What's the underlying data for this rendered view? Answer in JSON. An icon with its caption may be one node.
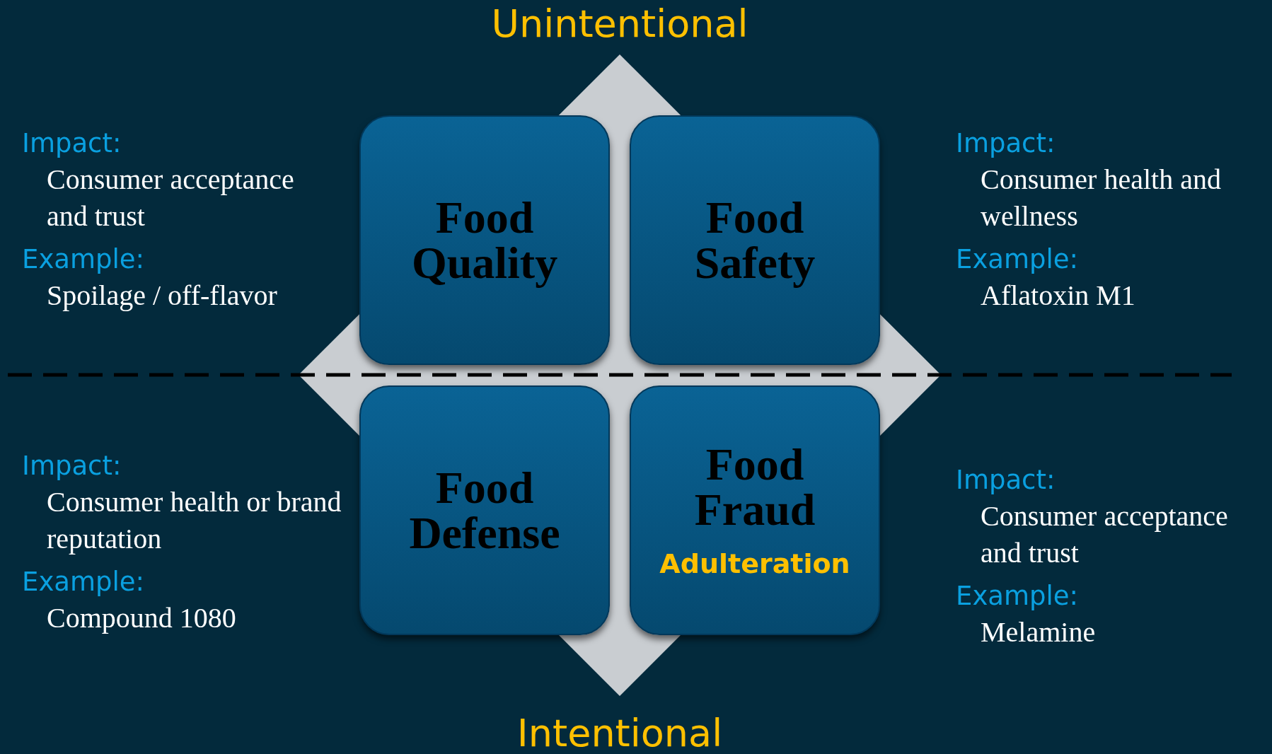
{
  "diagram": {
    "nodes": [
      {
        "text": [
          "Food Quality"
        ],
        "beside": [
          "Impact:",
          "Consumer acceptance and trust",
          "Example:",
          "Spoilage / off-flavor"
        ]
      },
      {
        "text": [
          "Food Safety"
        ],
        "beside": [
          "Impact:",
          "Consumer health and wellness",
          "Example:",
          "Aflatoxin M1"
        ]
      },
      {
        "text": [
          "Food Defense"
        ],
        "beside": [
          "Impact:",
          "Consumer health or brand reputation",
          "Example:",
          "Compound 1080"
        ]
      },
      {
        "text": [
          "Food Fraud",
          "Adulteration"
        ],
        "beside": [
          "Impact:",
          "Consumer acceptance and trust",
          "Example:",
          "Melamine"
        ]
      }
    ],
    "labels": [
      "Unintentional",
      "Intentional"
    ]
  }
}
